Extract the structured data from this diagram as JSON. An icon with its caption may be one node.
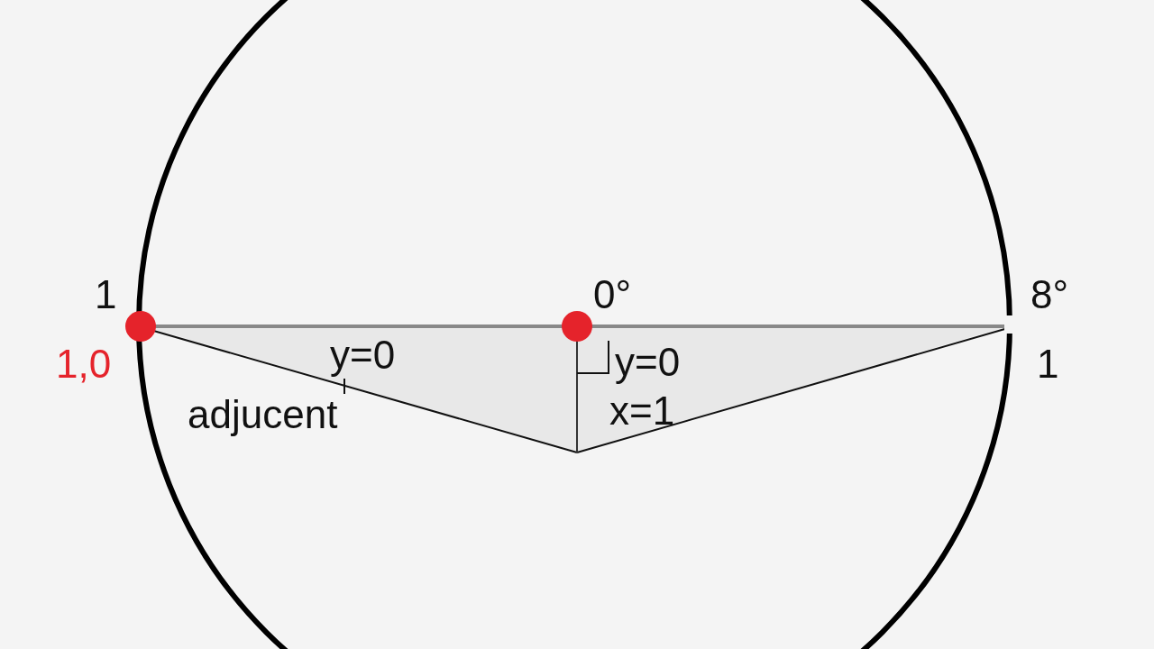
{
  "diagram": {
    "labels": [
      "1",
      "0°",
      "8°",
      "1,0",
      "y=0",
      "y=0",
      "1",
      "x=1",
      "adjucent"
    ]
  }
}
